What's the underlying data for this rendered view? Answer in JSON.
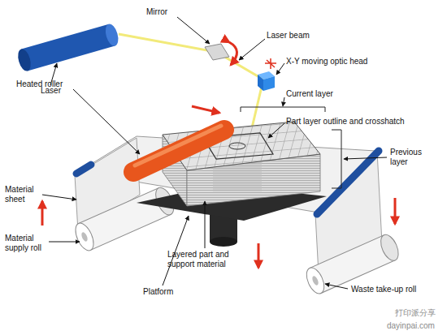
{
  "diagram": {
    "labels": [
      "Mirror",
      "Laser beam",
      "X-Y moving optic head",
      "Laser",
      "Heated roller",
      "Current layer",
      "Part layer outline and crosshatch",
      "Previous layer",
      "Material sheet",
      "Material supply roll",
      "Layered part and support material",
      "Platform",
      "Waste take-up roll",
      "打印派分享",
      "dayinpai.com"
    ]
  }
}
